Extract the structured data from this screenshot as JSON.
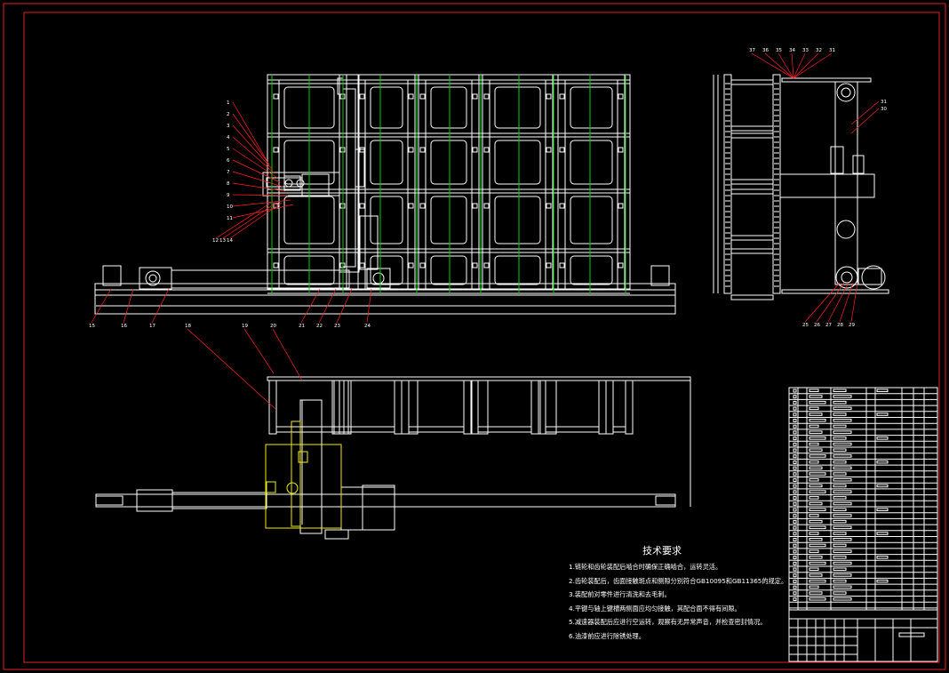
{
  "palette": {
    "background": "#000000",
    "border": "#e02020",
    "line": "#ffffff",
    "guide": "#00d000",
    "highlight": "#f0f000",
    "leader": "#ff2020"
  },
  "front_view": {
    "labels_left": [
      "1",
      "2",
      "3",
      "4",
      "5",
      "6",
      "7",
      "8",
      "9",
      "10",
      "11"
    ],
    "labels_left_bottom": [
      "12",
      "13",
      "14"
    ],
    "labels_bottom": [
      "15",
      "16",
      "17",
      "21",
      "22",
      "23",
      "24"
    ]
  },
  "side_view": {
    "labels_top": [
      "37",
      "36",
      "35",
      "34",
      "33",
      "32",
      "31"
    ],
    "labels_right": [
      "31",
      "30"
    ],
    "labels_bottom": [
      "25",
      "26",
      "27",
      "28",
      "29"
    ]
  },
  "top_view": {
    "labels_top": [
      "18",
      "19",
      "20"
    ]
  },
  "tech_notes": {
    "title": "技术要求",
    "lines": [
      "1.链轮和齿轮装配后啮合时确保正确啮合，运转灵活。",
      "2.齿轮装配后，齿面接触斑点和侧隙分别符合GB10095和GB11365的规定。",
      "3.装配前对零件进行清洗和去毛刺。",
      "4.平键与轴上键槽两侧面应均匀接触，其配合面不得有间隙。",
      "5.减速器装配后应进行空运转，观察有无异常声音，并检查密封情况。",
      "6.油漆前应进行除锈处理。"
    ]
  }
}
